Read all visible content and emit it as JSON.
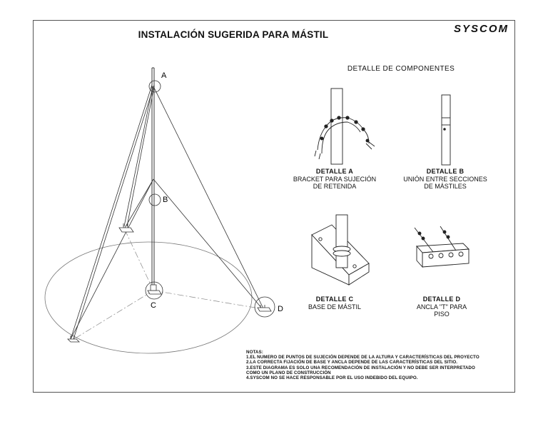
{
  "title": "INSTALACIÓN SUGERIDA PARA MÁSTIL",
  "brand": "SYSCOM",
  "components_heading": "DETALLE DE COMPONENTES",
  "labels": {
    "a": "A",
    "b": "B",
    "c": "C",
    "d": "D"
  },
  "details": [
    {
      "name": "DETALLE A",
      "desc_1": "BRACKET PARA SUJECIÓN",
      "desc_2": "DE RETENIDA"
    },
    {
      "name": "DETALLE B",
      "desc_1": "UNIÓN ENTRE SECCIONES",
      "desc_2": "DE MÁSTILES"
    },
    {
      "name": "DETALLE C",
      "desc_1": "BASE DE MÁSTIL",
      "desc_2": ""
    },
    {
      "name": "DETALLE D",
      "desc_1": "ANCLA \"T\" PARA",
      "desc_2": "PISO"
    }
  ],
  "notes": {
    "heading": "NOTAS:",
    "lines": [
      "1.EL NUMERO DE PUNTOS DE SUJECIÓN DEPENDE DE LA ALTURA Y CARACTERÍSTICAS DEL PROYECTO",
      "2.LA CORRECTA FIJACIÓN DE BASE Y ANCLA DEPENDE DE LAS CARACTERÍSTICAS DEL SITIO.",
      "3.ESTE DIAGRAMA ES SOLO UNA RECOMENDACIÓN DE INSTALACIÓN Y NO DEBE SER INTERPRETADO",
      "COMO UN PLANO DE CONSTRUCCIÓN",
      "4.SYSCOM NO SE HACE RESPONSABLE POR EL USO INDEBIDO DEL EQUIPO."
    ]
  }
}
